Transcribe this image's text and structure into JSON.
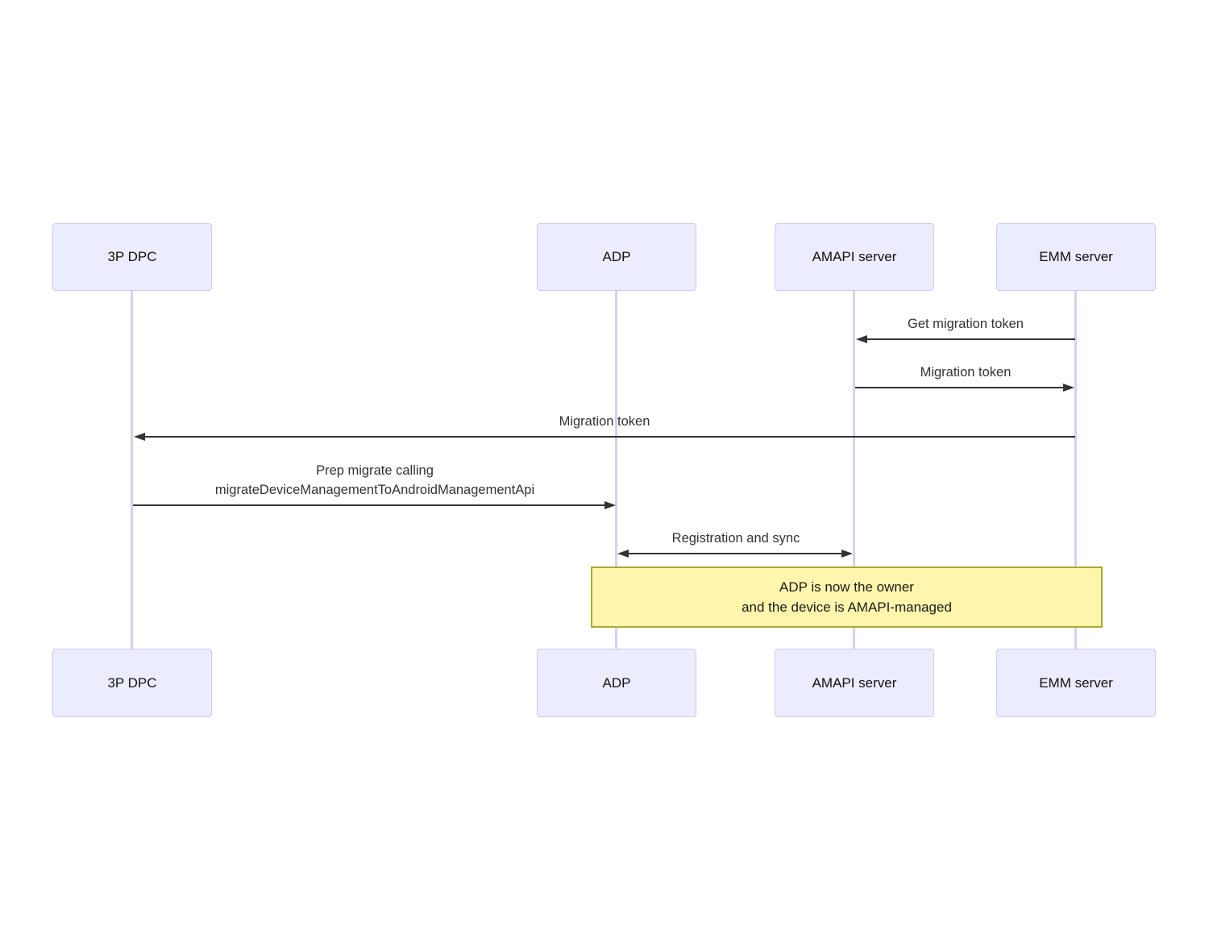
{
  "diagram_type": "sequence",
  "actors": [
    {
      "id": "3p-dpc",
      "label": "3P DPC"
    },
    {
      "id": "adp",
      "label": "ADP"
    },
    {
      "id": "amapi-server",
      "label": "AMAPI server"
    },
    {
      "id": "emm-server",
      "label": "EMM server"
    }
  ],
  "messages": [
    {
      "label": "Get migration token",
      "from": "EMM server",
      "to": "AMAPI server",
      "direction": "left"
    },
    {
      "label": "Migration token",
      "from": "AMAPI server",
      "to": "EMM server",
      "direction": "right"
    },
    {
      "label": "Migration token",
      "from": "EMM server",
      "to": "3P DPC",
      "direction": "left"
    },
    {
      "lines": [
        "Prep migrate calling",
        "migrateDeviceManagementToAndroidManagementApi"
      ],
      "from": "3P DPC",
      "to": "ADP",
      "direction": "right"
    },
    {
      "label": "Registration and sync",
      "from": "ADP",
      "to": "AMAPI server",
      "direction": "both"
    }
  ],
  "note": {
    "lines": [
      "ADP is now the owner",
      "and the device is AMAPI-managed"
    ],
    "spans": [
      "ADP",
      "EMM server"
    ]
  },
  "colors": {
    "background": "#FFFFFF",
    "actor_fill": "#ECECFF",
    "actor_border": "#CFC9F1",
    "lifeline": "#D9D0EF",
    "arrow": "#333333",
    "message_text": "#333333",
    "note_fill": "#FFF5AD",
    "note_border": "#AAAA33",
    "note_text": "#1A1A1A"
  }
}
